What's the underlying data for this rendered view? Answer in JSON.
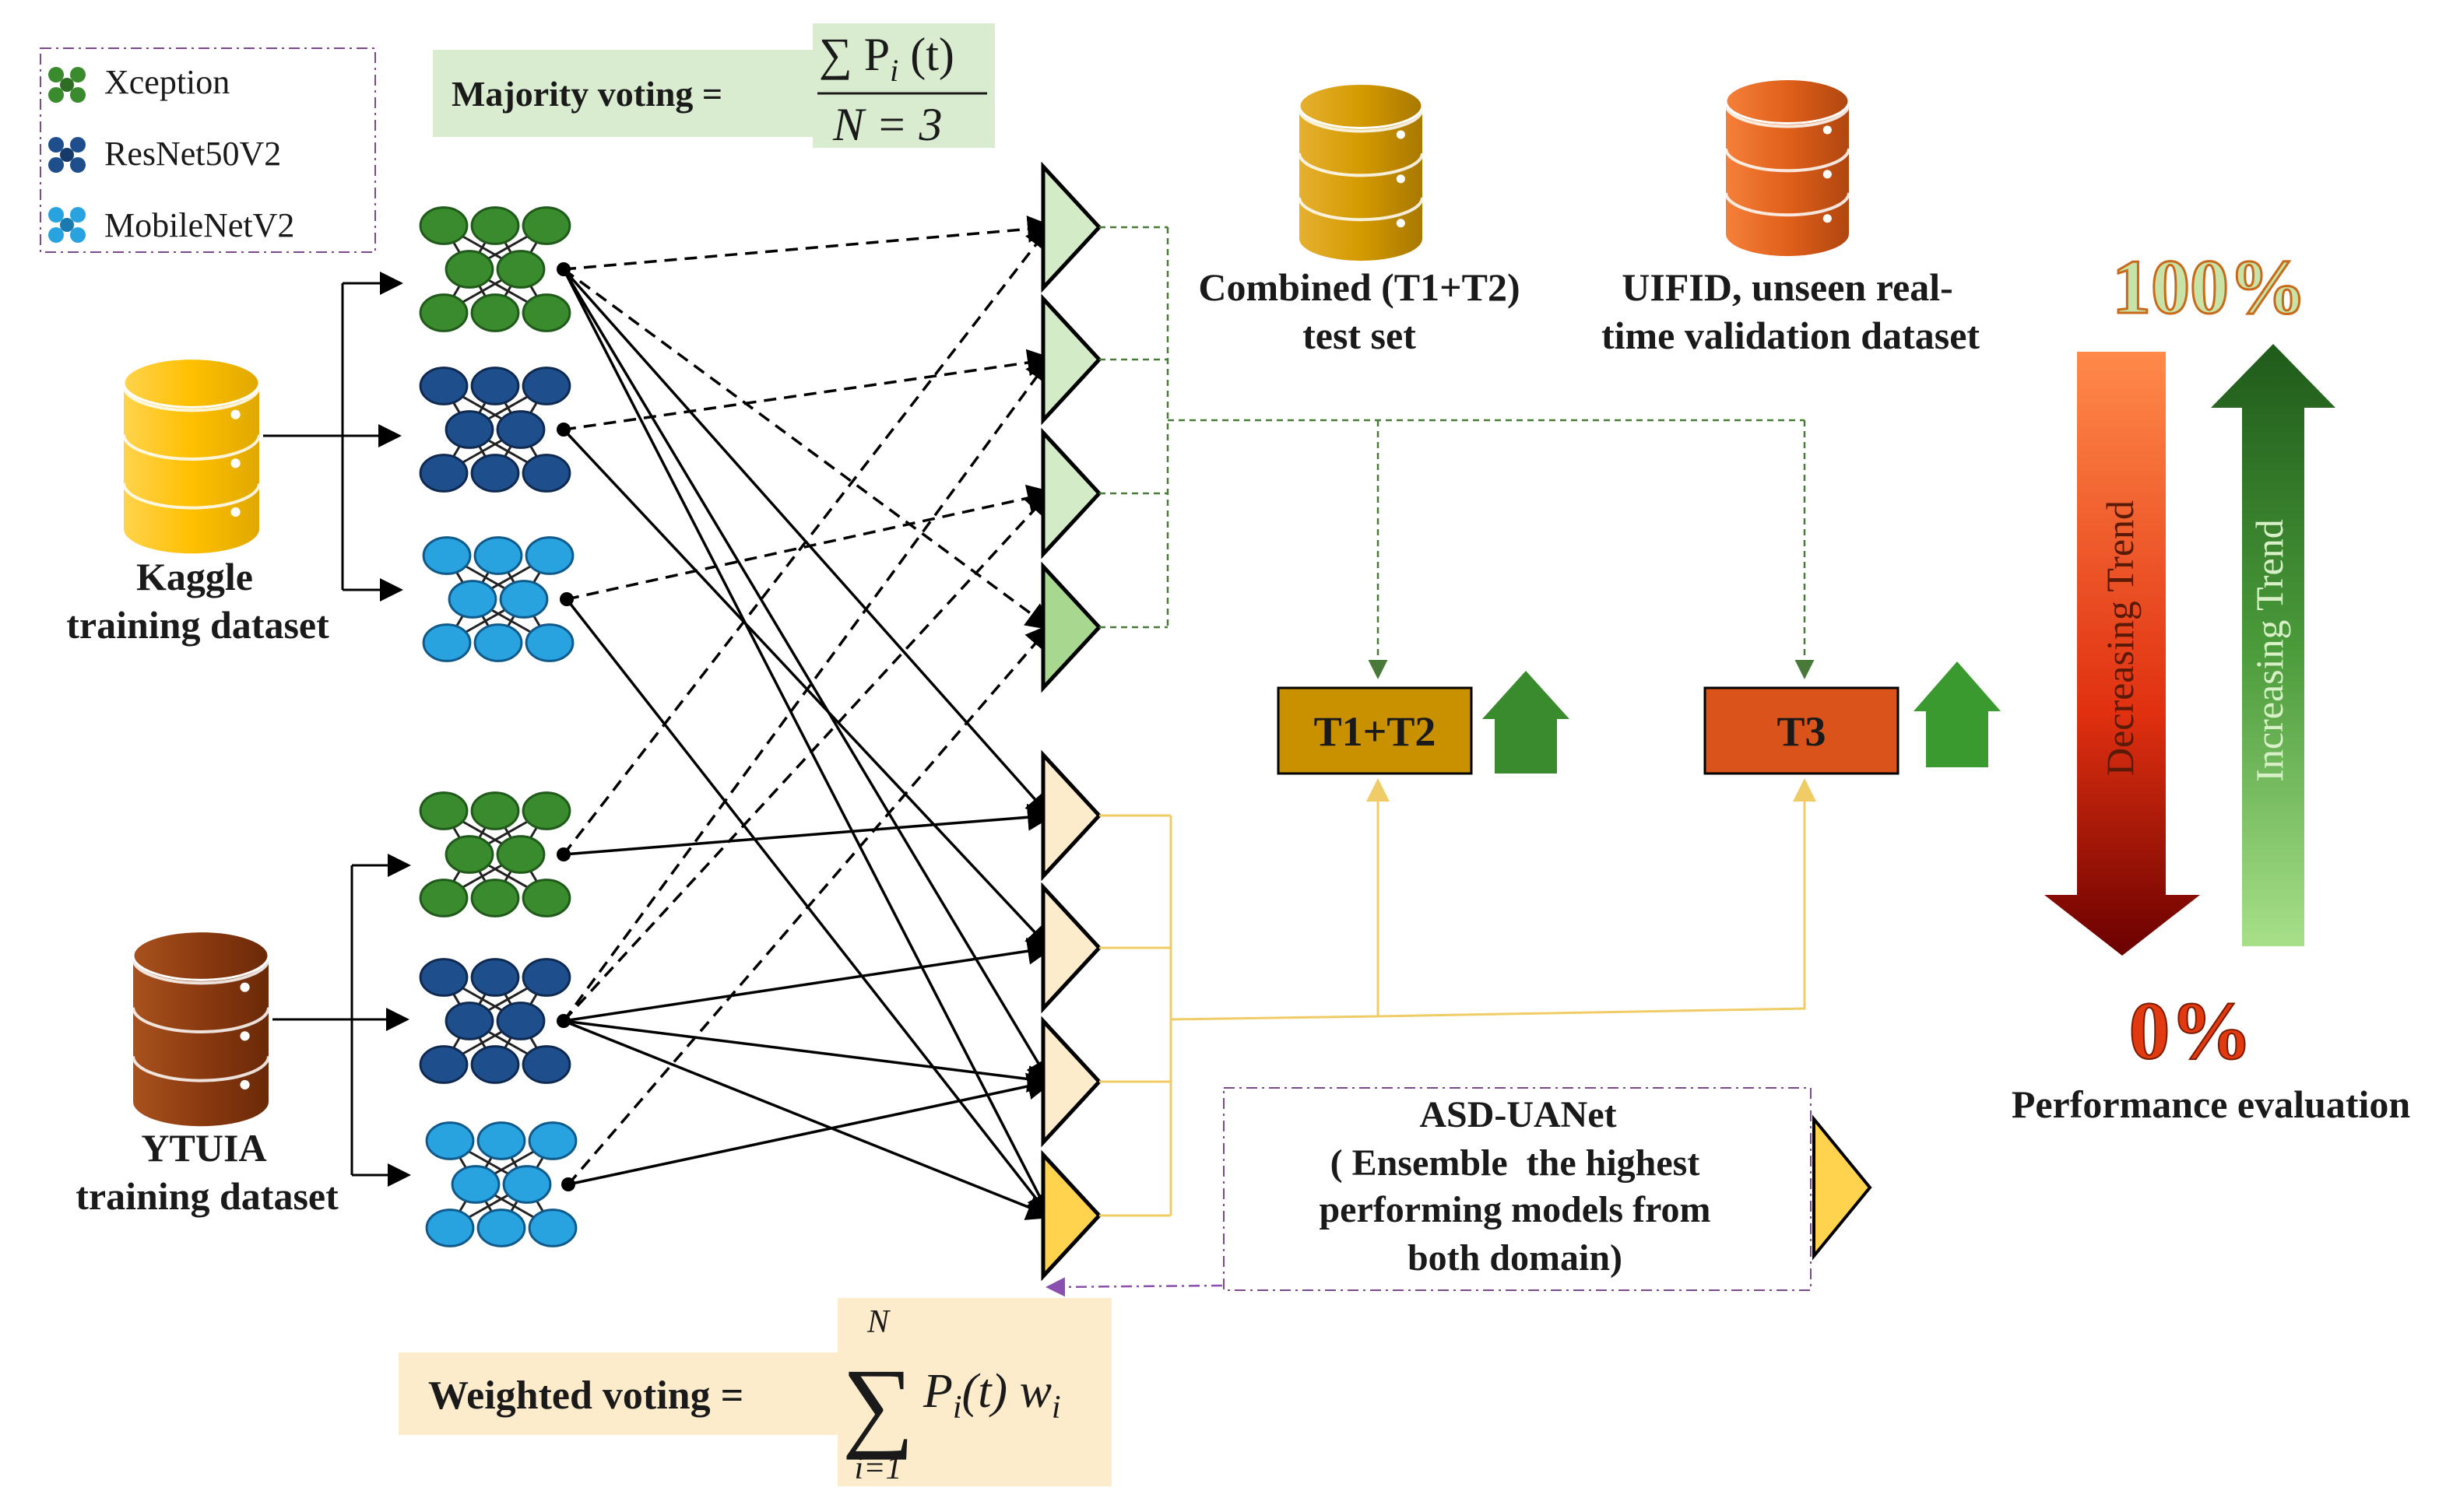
{
  "legend": {
    "items": [
      {
        "label": "Xception",
        "color": "#3a8a2e"
      },
      {
        "label": "ResNet50V2",
        "color": "#1f4e8c"
      },
      {
        "label": "MobileNetV2",
        "color": "#29a3e0"
      }
    ]
  },
  "datasets": {
    "kaggle": {
      "line1": "Kaggle",
      "line2": "training dataset",
      "color": "#ffc000"
    },
    "ytuia": {
      "line1": "YTUIA",
      "line2": "training dataset",
      "color": "#8b3a10"
    },
    "combined": {
      "line1": "Combined (T1+T2)",
      "line2": "test set",
      "color": "#d49a00"
    },
    "uifid": {
      "line1": "UIFID, unseen real-",
      "line2": "time validation dataset",
      "color": "#e0601a"
    }
  },
  "formulas": {
    "majority": {
      "label": "Majority voting =",
      "numerator": "∑ P",
      "num_sub": "i",
      "num_tail": " (t)",
      "denominator": "N = 3"
    },
    "weighted": {
      "label": "Weighted voting =",
      "sum_top": "N",
      "sum_bottom": "i=1",
      "sigma": "∑",
      "term": "P",
      "term_sub": "i",
      "term_tail": "(t) w",
      "w_sub": "i"
    }
  },
  "results": {
    "t12": {
      "label": "T1+T2",
      "color": "#c99100"
    },
    "t3": {
      "label": "T3",
      "color": "#d9531a"
    }
  },
  "asd": {
    "line1": "ASD-UANet",
    "line2": "( Ensemble  the highest",
    "line3": "performing models from",
    "line4": "both domain)"
  },
  "performance": {
    "top": "100%",
    "bottom": "0%",
    "decreasing": "Decreasing Trend",
    "increasing": "Increasing Trend",
    "caption": "Performance evaluation"
  }
}
